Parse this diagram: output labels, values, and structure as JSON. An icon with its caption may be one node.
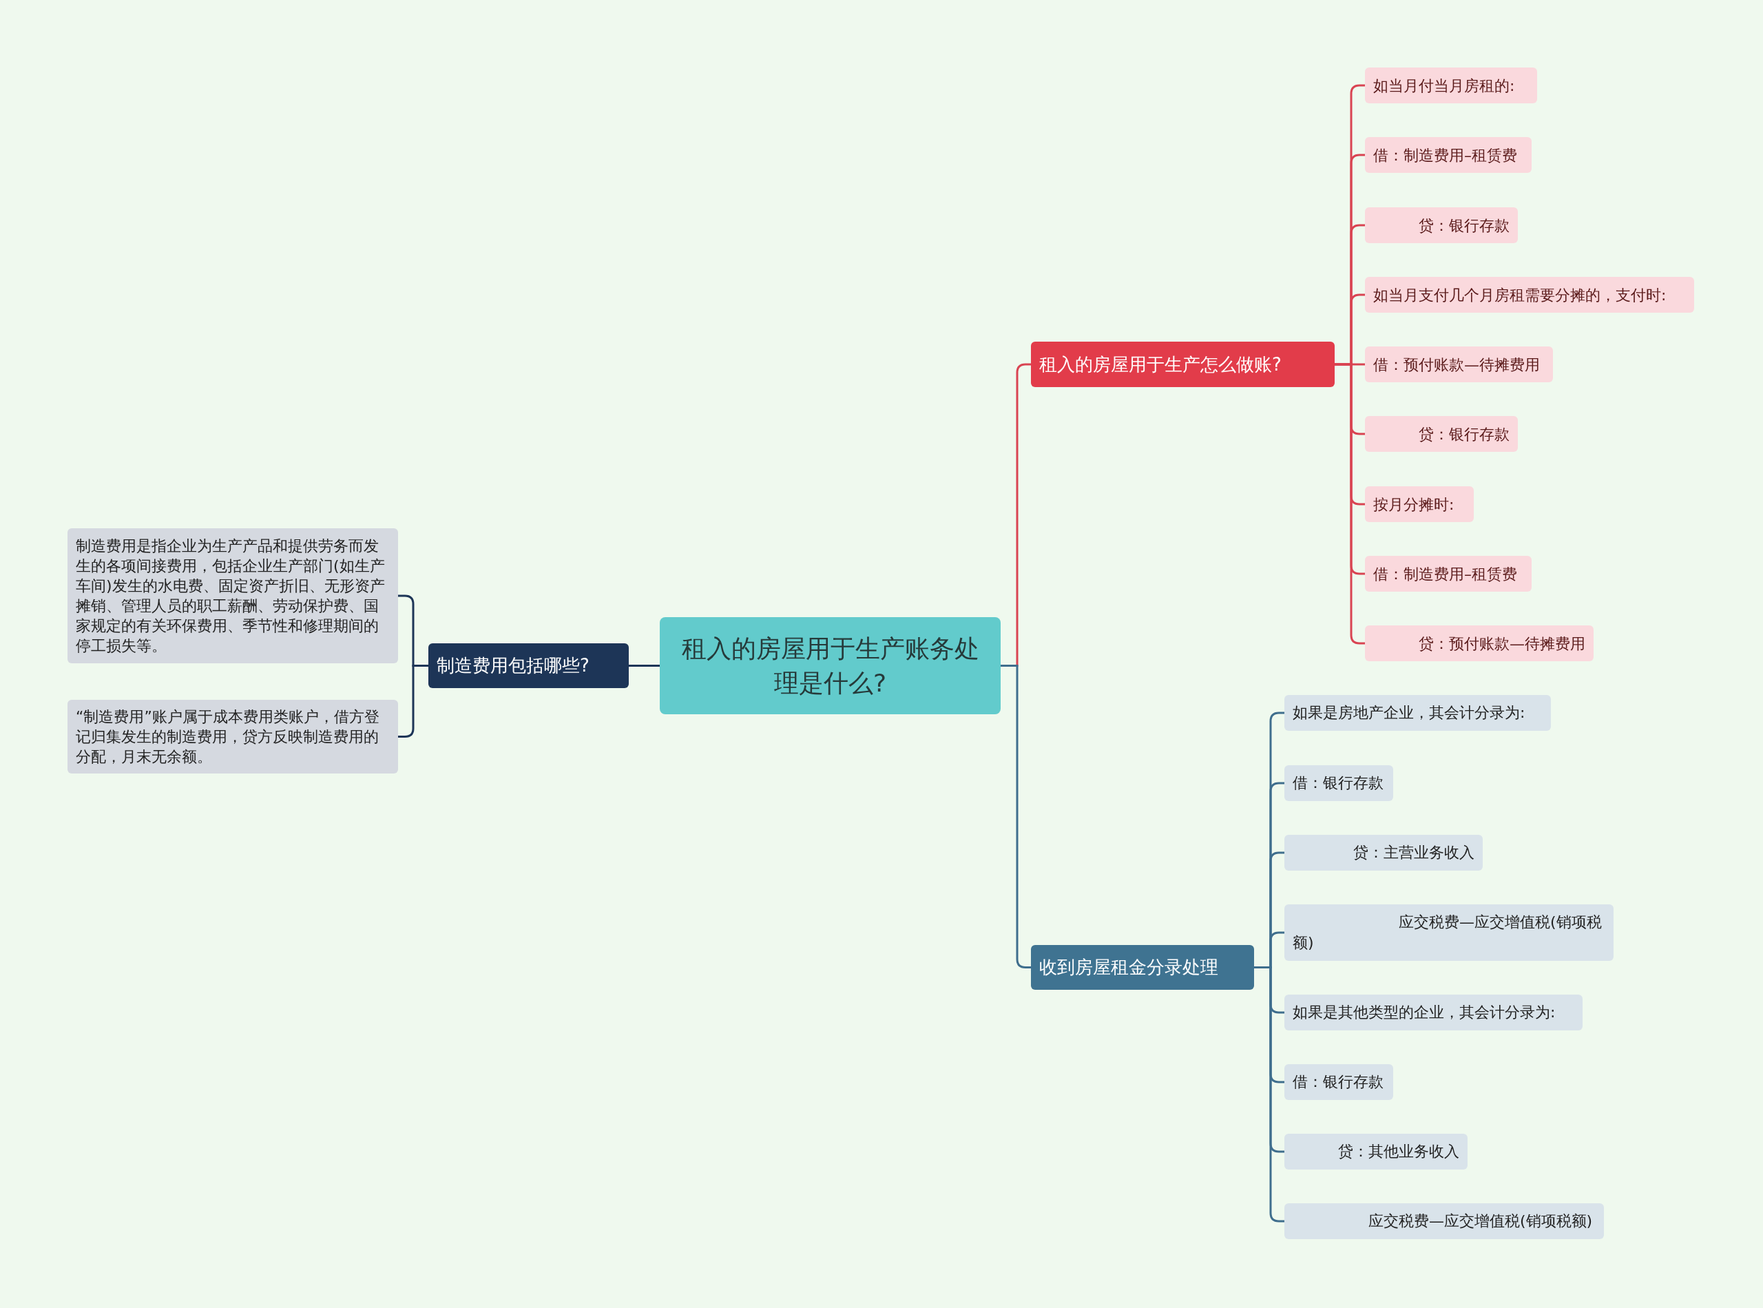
{
  "diagram": {
    "nodes": [
      {
        "text": [
          "租入的房屋用于生产账务处理是什么?"
        ]
      },
      {
        "text": [
          "制造费用包括哪些?"
        ]
      },
      {
        "text": [
          "制造费用是指企业为生产产品和提供劳务而发生的各项间接费用，包括企业生产部门(如生产车间)发生的水电费、固定资产折旧、无形资产摊销、管理人员的职工薪酬、劳动保护费、国家规定的有关环保费用、季节性和修理期间的停工损失等。"
        ]
      },
      {
        "text": [
          "“制造费用”账户属于成本费用类账户，借方登记归集发生的制造费用，贷方反映制造费用的分配，月末无余额。"
        ]
      },
      {
        "text": [
          "租入的房屋用于生产怎么做账?"
        ]
      },
      {
        "text": [
          "如当月付当月房租的:"
        ]
      },
      {
        "text": [
          "借：制造费用–租赁费"
        ]
      },
      {
        "text": [
          "　　　贷：银行存款"
        ]
      },
      {
        "text": [
          "如当月支付几个月房租需要分摊的，支付时:"
        ]
      },
      {
        "text": [
          "借：预付账款—待摊费用"
        ]
      },
      {
        "text": [
          "　　　贷：银行存款"
        ]
      },
      {
        "text": [
          "按月分摊时:"
        ]
      },
      {
        "text": [
          "借：制造费用–租赁费"
        ]
      },
      {
        "text": [
          "　　　贷：预付账款—待摊费用"
        ]
      },
      {
        "text": [
          "收到房屋租金分录处理"
        ]
      },
      {
        "text": [
          "如果是房地产企业，其会计分录为:"
        ]
      },
      {
        "text": [
          "借：银行存款"
        ]
      },
      {
        "text": [
          "　　　　贷：主营业务收入"
        ]
      },
      {
        "text": [
          "　　　　　　　应交税费—应交增值税(销项税额)"
        ]
      },
      {
        "text": [
          "如果是其他类型的企业，其会计分录为:"
        ]
      },
      {
        "text": [
          "借：银行存款"
        ]
      },
      {
        "text": [
          "　　　贷：其他业务收入"
        ]
      },
      {
        "text": [
          "　　　　　应交税费—应交增值税(销项税额)"
        ]
      }
    ],
    "edges": [
      {
        "from": 0,
        "to": 1,
        "arrow": "none",
        "color": "#1d3557"
      },
      {
        "from": 1,
        "to": 2,
        "arrow": "none",
        "color": "#1d3557"
      },
      {
        "from": 1,
        "to": 3,
        "arrow": "none",
        "color": "#1d3557"
      },
      {
        "from": 0,
        "to": 4,
        "arrow": "none",
        "color": "#d94452"
      },
      {
        "from": 4,
        "to": 5,
        "arrow": "none",
        "color": "#d94452"
      },
      {
        "from": 4,
        "to": 6,
        "arrow": "none",
        "color": "#d94452"
      },
      {
        "from": 4,
        "to": 7,
        "arrow": "none",
        "color": "#d94452"
      },
      {
        "from": 4,
        "to": 8,
        "arrow": "none",
        "color": "#d94452"
      },
      {
        "from": 4,
        "to": 9,
        "arrow": "none",
        "color": "#d94452"
      },
      {
        "from": 4,
        "to": 10,
        "arrow": "none",
        "color": "#d94452"
      },
      {
        "from": 4,
        "to": 11,
        "arrow": "none",
        "color": "#d94452"
      },
      {
        "from": 4,
        "to": 12,
        "arrow": "none",
        "color": "#d94452"
      },
      {
        "from": 4,
        "to": 13,
        "arrow": "none",
        "color": "#d94452"
      },
      {
        "from": 0,
        "to": 14,
        "arrow": "none",
        "color": "#3f6e8d"
      },
      {
        "from": 14,
        "to": 15,
        "arrow": "none",
        "color": "#3f6e8d"
      },
      {
        "from": 14,
        "to": 16,
        "arrow": "none",
        "color": "#3f6e8d"
      },
      {
        "from": 14,
        "to": 17,
        "arrow": "none",
        "color": "#3f6e8d"
      },
      {
        "from": 14,
        "to": 18,
        "arrow": "none",
        "color": "#3f6e8d"
      },
      {
        "from": 14,
        "to": 19,
        "arrow": "none",
        "color": "#3f6e8d"
      },
      {
        "from": 14,
        "to": 20,
        "arrow": "none",
        "color": "#3f6e8d"
      },
      {
        "from": 14,
        "to": 21,
        "arrow": "none",
        "color": "#3f6e8d"
      },
      {
        "from": 14,
        "to": 22,
        "arrow": "none",
        "color": "#3f6e8d"
      }
    ]
  }
}
